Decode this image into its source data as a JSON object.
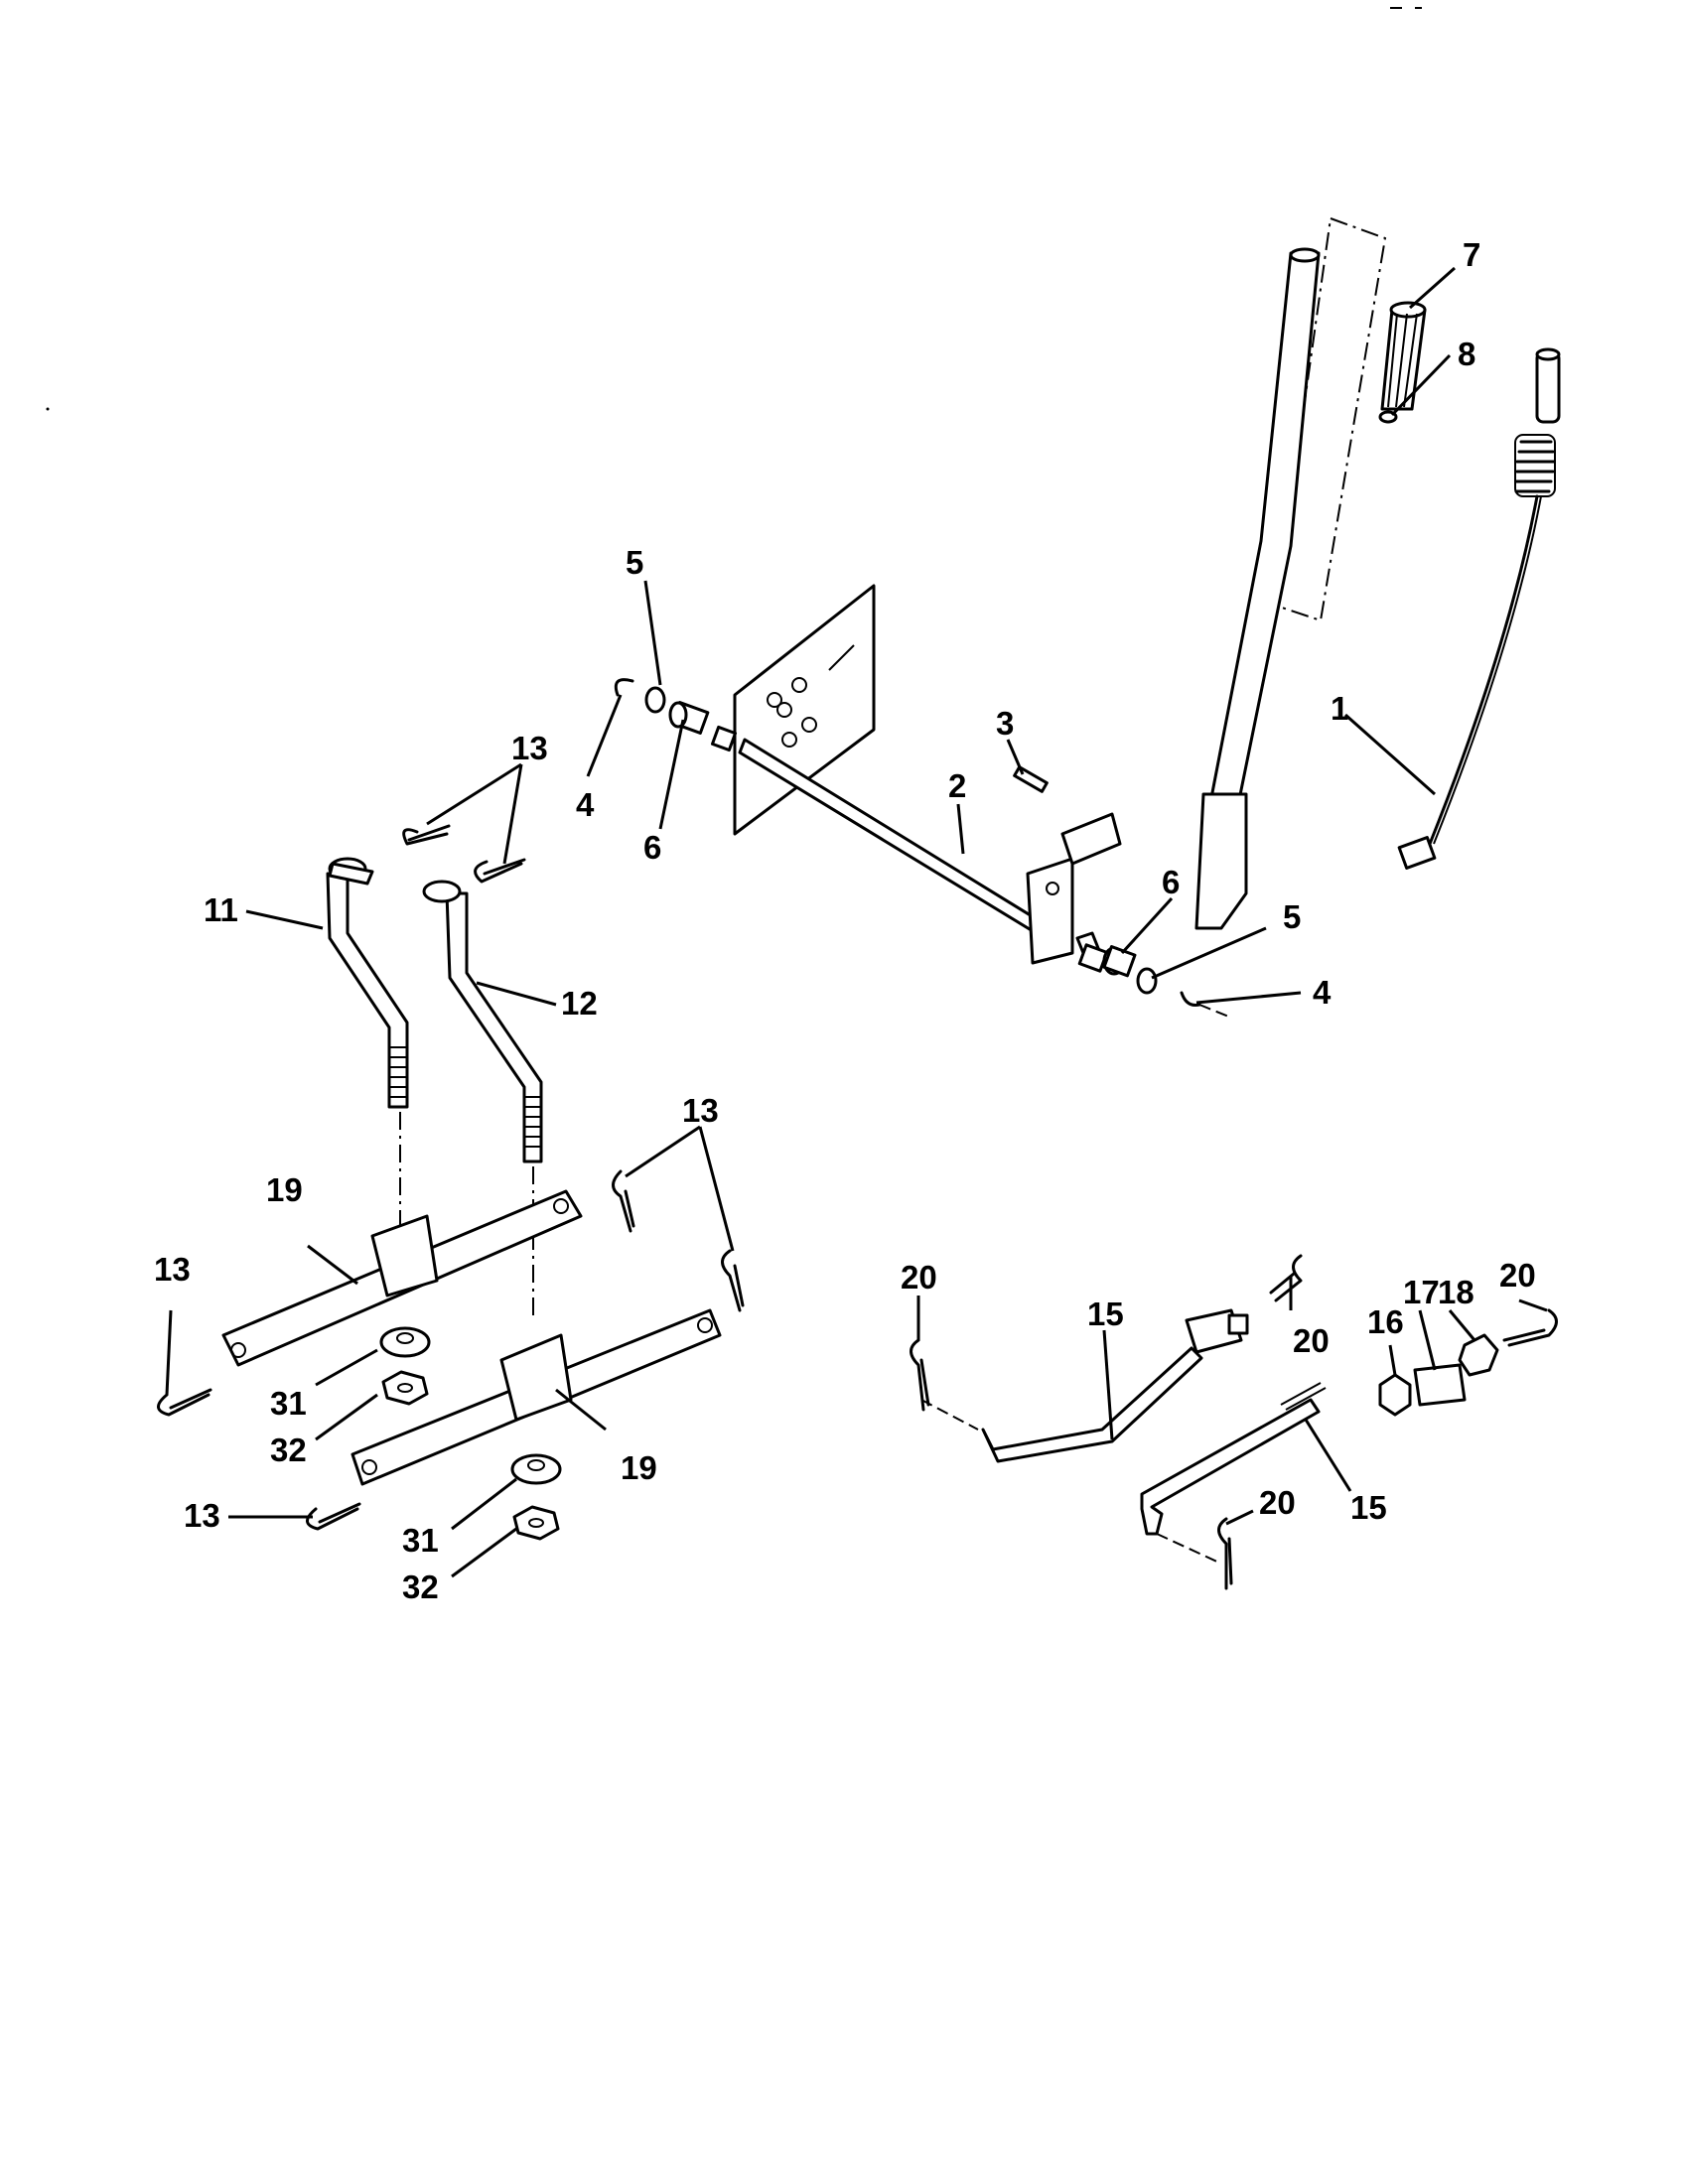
{
  "callouts": [
    {
      "label": "1"
    },
    {
      "label": "2"
    },
    {
      "label": "3"
    },
    {
      "label": "4"
    },
    {
      "label": "4"
    },
    {
      "label": "5"
    },
    {
      "label": "5"
    },
    {
      "label": "6"
    },
    {
      "label": "6"
    },
    {
      "label": "7"
    },
    {
      "label": "8"
    },
    {
      "label": "11"
    },
    {
      "label": "12"
    },
    {
      "label": "13"
    },
    {
      "label": "13"
    },
    {
      "label": "13"
    },
    {
      "label": "13"
    },
    {
      "label": "15"
    },
    {
      "label": "15"
    },
    {
      "label": "16"
    },
    {
      "label": "17"
    },
    {
      "label": "18"
    },
    {
      "label": "19"
    },
    {
      "label": "19"
    },
    {
      "label": "20"
    },
    {
      "label": "20"
    },
    {
      "label": "20"
    },
    {
      "label": "20"
    },
    {
      "label": "31"
    },
    {
      "label": "31"
    },
    {
      "label": "32"
    },
    {
      "label": "32"
    }
  ]
}
